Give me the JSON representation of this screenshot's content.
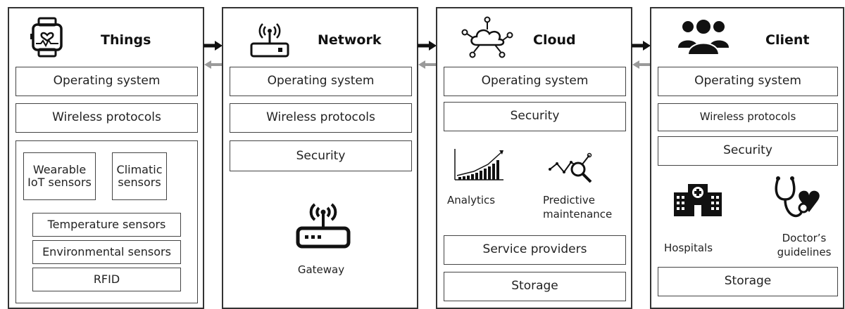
{
  "arrows": {
    "forward_color": "#111111",
    "backward_color": "#9a9a9a"
  },
  "things": {
    "title": "Things",
    "icon": "smartwatch-heart-icon",
    "operating_system": "Operating system",
    "wireless_protocols": "Wireless protocols",
    "wearable_sensors": "Wearable IoT sensors",
    "climatic_sensors": "Climatic sensors",
    "temperature_sensors": "Temperature sensors",
    "environmental_sensors": "Environmental sensors",
    "rfid": "RFID"
  },
  "network": {
    "title": "Network",
    "icon": "router-icon",
    "operating_system": "Operating system",
    "wireless_protocols": "Wireless protocols",
    "security": "Security",
    "gateway_icon": "gateway-router-icon",
    "gateway_label": "Gateway"
  },
  "cloud": {
    "title": "Cloud",
    "icon": "cloud-network-icon",
    "operating_system": "Operating system",
    "security": "Security",
    "analytics_icon": "bar-chart-icon",
    "analytics_label": "Analytics",
    "predictive_icon": "magnifier-trend-icon",
    "predictive_label": "Predictive maintenance",
    "service_providers": "Service providers",
    "storage": "Storage"
  },
  "client": {
    "title": "Client",
    "icon": "users-group-icon",
    "operating_system": "Operating system",
    "wireless_protocols": "Wireless protocols",
    "security": "Security",
    "hospitals_icon": "hospital-icon",
    "hospitals_label": "Hospitals",
    "doctor_icon": "stethoscope-heart-icon",
    "doctor_label": "Doctor’s guidelines",
    "storage": "Storage"
  }
}
